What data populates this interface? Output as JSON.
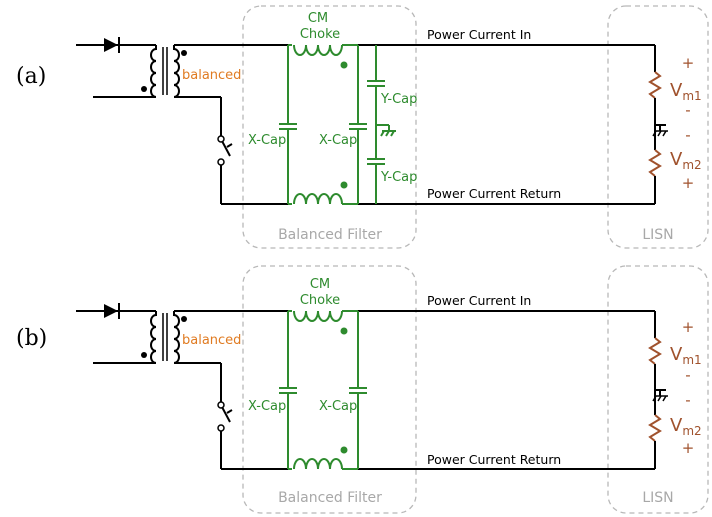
{
  "panels": [
    {
      "label": "(a)",
      "balanced_label": "balanced",
      "choke_label_1": "CM",
      "choke_label_2": "Choke",
      "xcap_left": "X-Cap",
      "xcap_right": "X-Cap",
      "ycap_top": "Y-Cap",
      "ycap_bottom": "Y-Cap",
      "power_in": "Power Current In",
      "power_return": "Power Current Return",
      "filter_box": "Balanced Filter",
      "lisn_box": "LISN",
      "vm1_main": "V",
      "vm1_sub": "m1",
      "vm2_main": "V",
      "vm2_sub": "m2",
      "plus": "+",
      "minus": "-"
    },
    {
      "label": "(b)",
      "balanced_label": "balanced",
      "choke_label_1": "CM",
      "choke_label_2": "Choke",
      "xcap_left": "X-Cap",
      "xcap_right": "X-Cap",
      "power_in": "Power Current In",
      "power_return": "Power Current Return",
      "filter_box": "Balanced Filter",
      "lisn_box": "LISN",
      "vm1_main": "V",
      "vm1_sub": "m1",
      "vm2_main": "V",
      "vm2_sub": "m2",
      "plus": "+",
      "minus": "-"
    }
  ],
  "colors": {
    "filter": "#2e8b2e",
    "transformer_label": "#e07b22",
    "lisn": "#a0522d",
    "box": "#b8b8b8"
  }
}
